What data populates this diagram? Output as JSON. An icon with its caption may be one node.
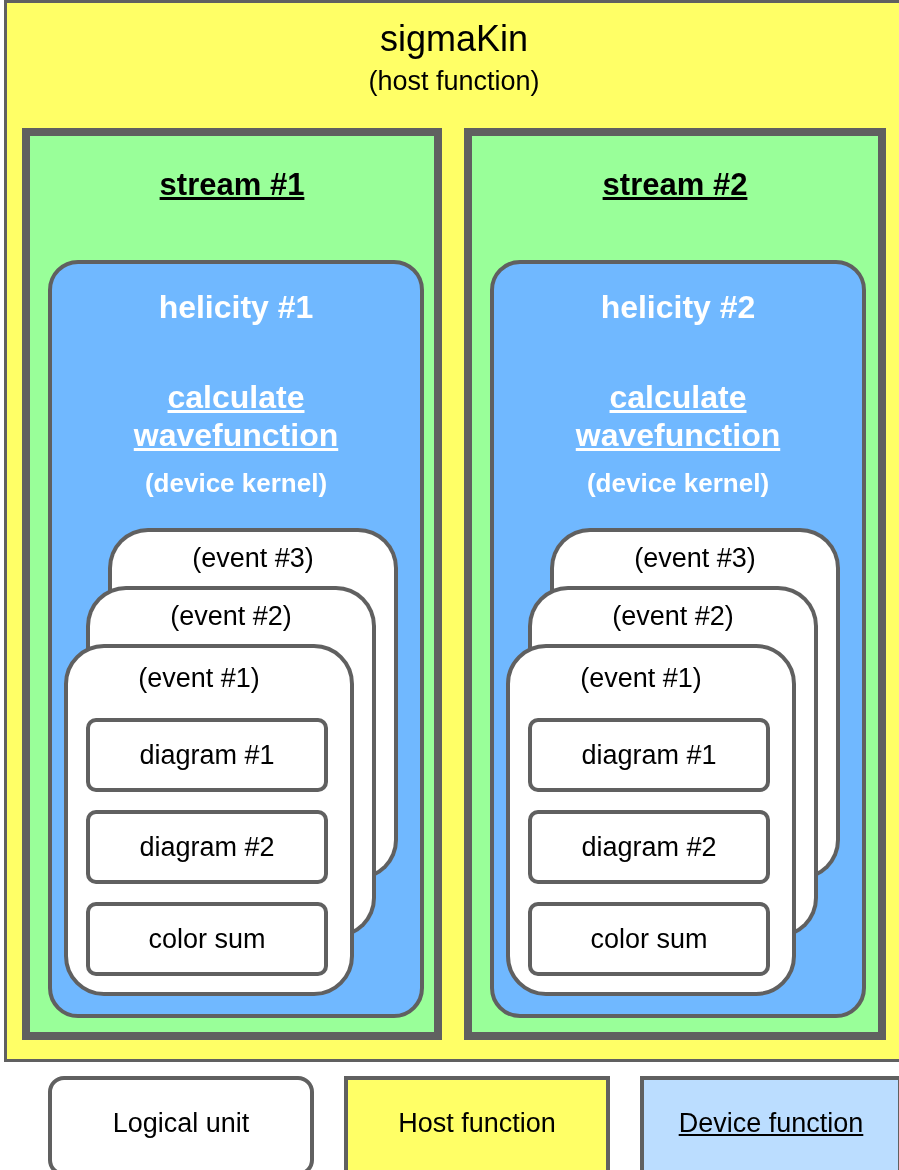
{
  "diagram": {
    "nodes": [
      {
        "text": [
          "sigmaKin",
          "(host function)"
        ]
      },
      {
        "text": [
          "stream #1"
        ],
        "in": 0
      },
      {
        "text": [
          "helicity #1",
          "calculate wavefunction",
          "(device kernel)"
        ],
        "in": 1
      },
      {
        "text": [
          "(event #3)"
        ],
        "in": 2
      },
      {
        "text": [
          "(event #2)"
        ],
        "in": 2
      },
      {
        "text": [
          "(event #1)"
        ],
        "in": 2
      },
      {
        "text": [
          "diagram #1"
        ],
        "in": 5
      },
      {
        "text": [
          "diagram #2"
        ],
        "in": 5
      },
      {
        "text": [
          "color sum"
        ],
        "in": 5
      },
      {
        "text": [
          "stream #2"
        ],
        "in": 0
      },
      {
        "text": [
          "helicity #2",
          "calculate wavefunction",
          "(device kernel)"
        ],
        "in": 9
      },
      {
        "text": [
          "(event #3)"
        ],
        "in": 10
      },
      {
        "text": [
          "(event #2)"
        ],
        "in": 10
      },
      {
        "text": [
          "(event #1)"
        ],
        "in": 10
      },
      {
        "text": [
          "diagram #1"
        ],
        "in": 13
      },
      {
        "text": [
          "diagram #2"
        ],
        "in": 13
      },
      {
        "text": [
          "color sum"
        ],
        "in": 13
      }
    ],
    "edges": [],
    "legend": [
      {
        "text": "Logical unit",
        "color": "#ffffff"
      },
      {
        "text": "Host function",
        "color": "#ffff66"
      },
      {
        "text": "Device function",
        "color": "#bbddff"
      }
    ]
  }
}
